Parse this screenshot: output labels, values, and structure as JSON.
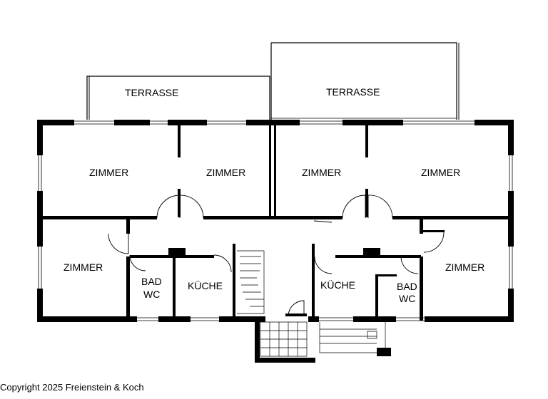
{
  "plan": {
    "terrace_left": "TERRASSE",
    "terrace_right": "TERRASSE",
    "zimmer_top_1": "ZIMMER",
    "zimmer_top_2": "ZIMMER",
    "zimmer_top_3": "ZIMMER",
    "zimmer_top_4": "ZIMMER",
    "zimmer_left": "ZIMMER",
    "zimmer_right": "ZIMMER",
    "bath_left_line1": "BAD",
    "bath_left_line2": "WC",
    "kitchen_left": "KÜCHE",
    "kitchen_right": "KÜCHE",
    "bath_right_line1": "BAD",
    "bath_right_line2": "WC"
  },
  "footer": {
    "copyright": "Copyright 2025 Freienstein & Koch"
  }
}
